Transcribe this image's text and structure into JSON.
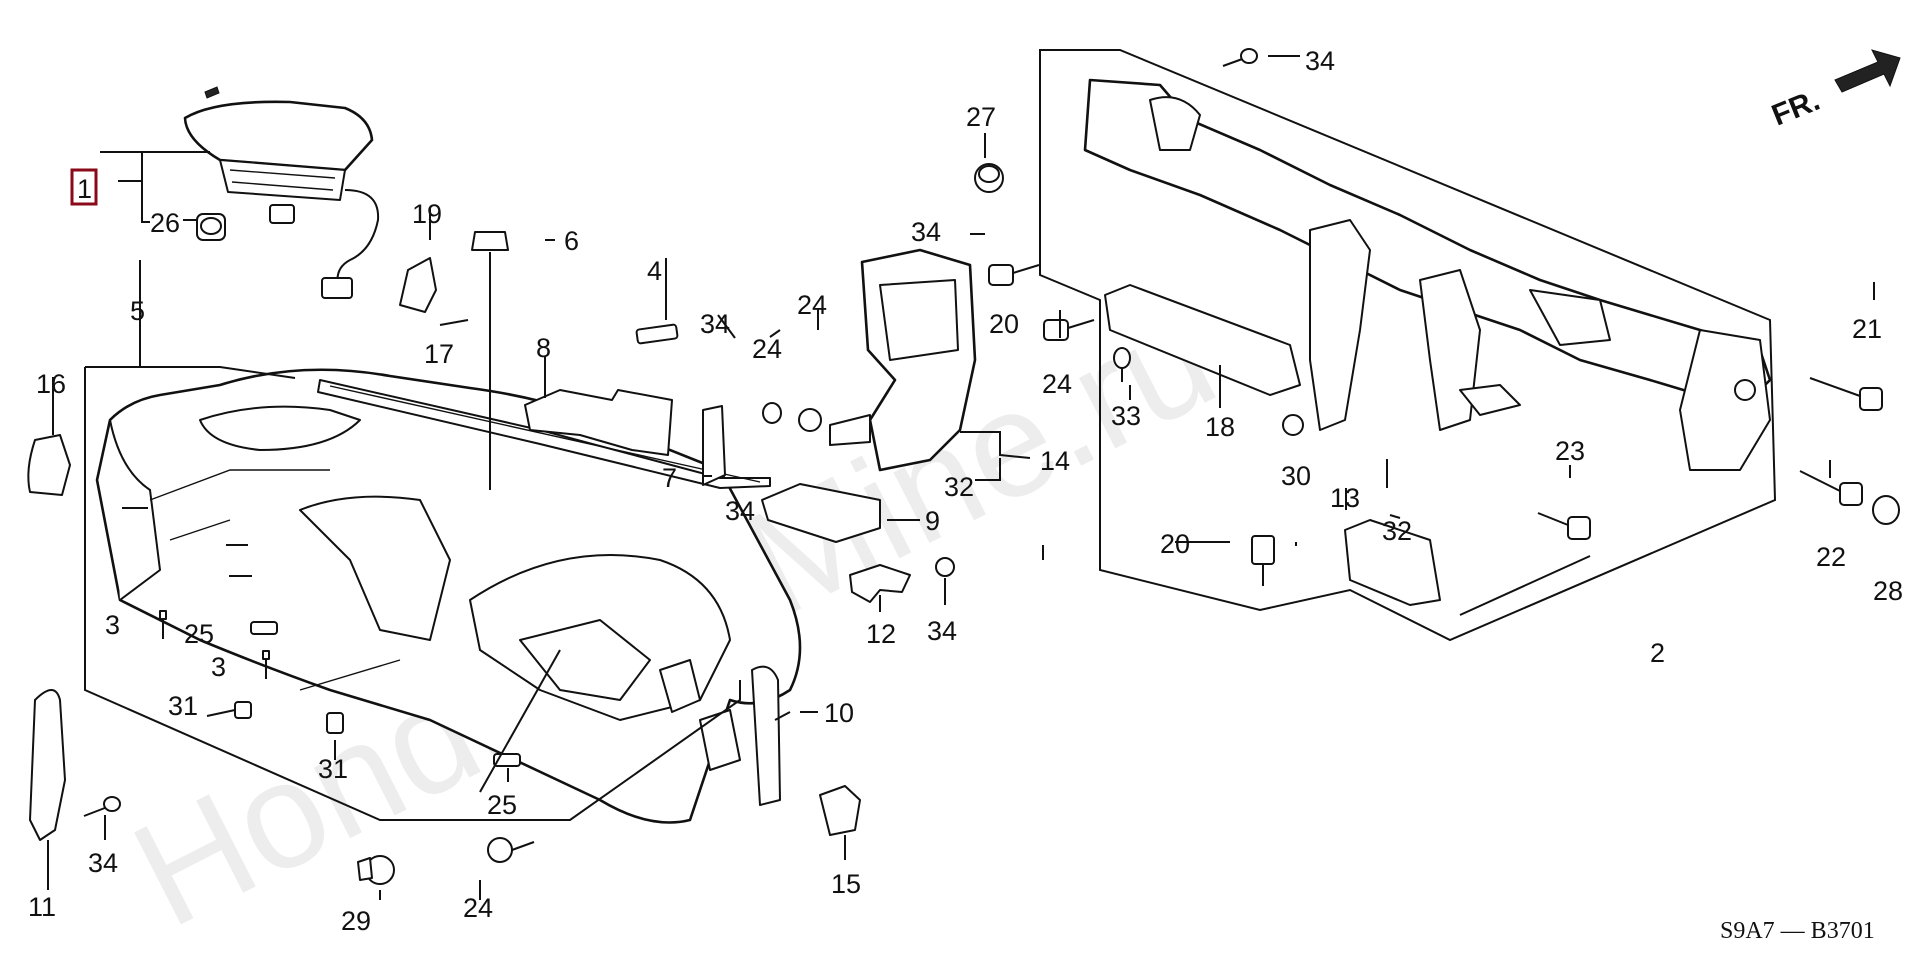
{
  "diagram": {
    "watermark": "HondaCarMine.ru",
    "drawing_code": "S9A7 — B3701",
    "direction_label": "FR.",
    "callouts": [
      {
        "id": "c1",
        "label": "1",
        "highlighted": true
      },
      {
        "id": "c2",
        "label": "2"
      },
      {
        "id": "c3a",
        "label": "3"
      },
      {
        "id": "c3b",
        "label": "3"
      },
      {
        "id": "c4",
        "label": "4"
      },
      {
        "id": "c5",
        "label": "5"
      },
      {
        "id": "c6",
        "label": "6"
      },
      {
        "id": "c7",
        "label": "7"
      },
      {
        "id": "c8",
        "label": "8"
      },
      {
        "id": "c9",
        "label": "9"
      },
      {
        "id": "c10",
        "label": "10"
      },
      {
        "id": "c11",
        "label": "11"
      },
      {
        "id": "c12",
        "label": "12"
      },
      {
        "id": "c13",
        "label": "13"
      },
      {
        "id": "c14",
        "label": "14"
      },
      {
        "id": "c15",
        "label": "15"
      },
      {
        "id": "c16",
        "label": "16"
      },
      {
        "id": "c17",
        "label": "17"
      },
      {
        "id": "c18",
        "label": "18"
      },
      {
        "id": "c19",
        "label": "19"
      },
      {
        "id": "c20a",
        "label": "20"
      },
      {
        "id": "c20b",
        "label": "20"
      },
      {
        "id": "c21",
        "label": "21"
      },
      {
        "id": "c22",
        "label": "22"
      },
      {
        "id": "c23",
        "label": "23"
      },
      {
        "id": "c24a",
        "label": "24"
      },
      {
        "id": "c24b",
        "label": "24"
      },
      {
        "id": "c24c",
        "label": "24"
      },
      {
        "id": "c24d",
        "label": "24"
      },
      {
        "id": "c25a",
        "label": "25"
      },
      {
        "id": "c25b",
        "label": "25"
      },
      {
        "id": "c26",
        "label": "26"
      },
      {
        "id": "c27",
        "label": "27"
      },
      {
        "id": "c28",
        "label": "28"
      },
      {
        "id": "c29",
        "label": "29"
      },
      {
        "id": "c30",
        "label": "30"
      },
      {
        "id": "c31a",
        "label": "31"
      },
      {
        "id": "c31b",
        "label": "31"
      },
      {
        "id": "c32a",
        "label": "32"
      },
      {
        "id": "c32b",
        "label": "32"
      },
      {
        "id": "c33",
        "label": "33"
      },
      {
        "id": "c34a",
        "label": "34"
      },
      {
        "id": "c34b",
        "label": "34"
      },
      {
        "id": "c34c",
        "label": "34"
      },
      {
        "id": "c34d",
        "label": "34"
      },
      {
        "id": "c34e",
        "label": "34"
      },
      {
        "id": "c34f",
        "label": "34"
      }
    ]
  }
}
